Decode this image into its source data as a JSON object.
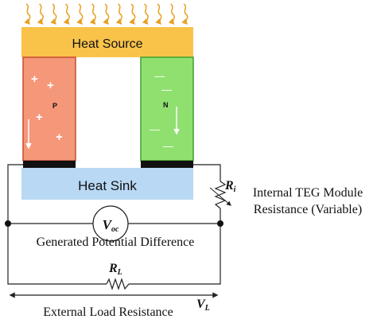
{
  "blocks": {
    "heat_source_label": "Heat Source",
    "heat_sink_label": "Heat Sink",
    "p_label": "P",
    "n_label": "N",
    "p_sign": "+",
    "n_sign": "—"
  },
  "circuit": {
    "internal_resistor_symbol": "R",
    "internal_resistor_sub": "i",
    "internal_label_line1": "Internal TEG Module",
    "internal_label_line2": "Resistance (Variable)",
    "voltmeter_symbol": "V",
    "voltmeter_sub": "oc",
    "potential_label": "Generated Potential Difference",
    "load_resistor_symbol": "R",
    "load_resistor_sub": "L",
    "load_label": "External Load Resistance",
    "load_voltage_symbol": "V",
    "load_voltage_sub": "L"
  },
  "colors": {
    "heat_source": "#f9c34a",
    "heat_arrows": "#e8a020",
    "p_fill": "#f5987a",
    "p_stroke": "#c84a30",
    "n_fill": "#90e070",
    "n_stroke": "#40a030",
    "heat_sink": "#b8d8f4",
    "wire": "#222222"
  }
}
